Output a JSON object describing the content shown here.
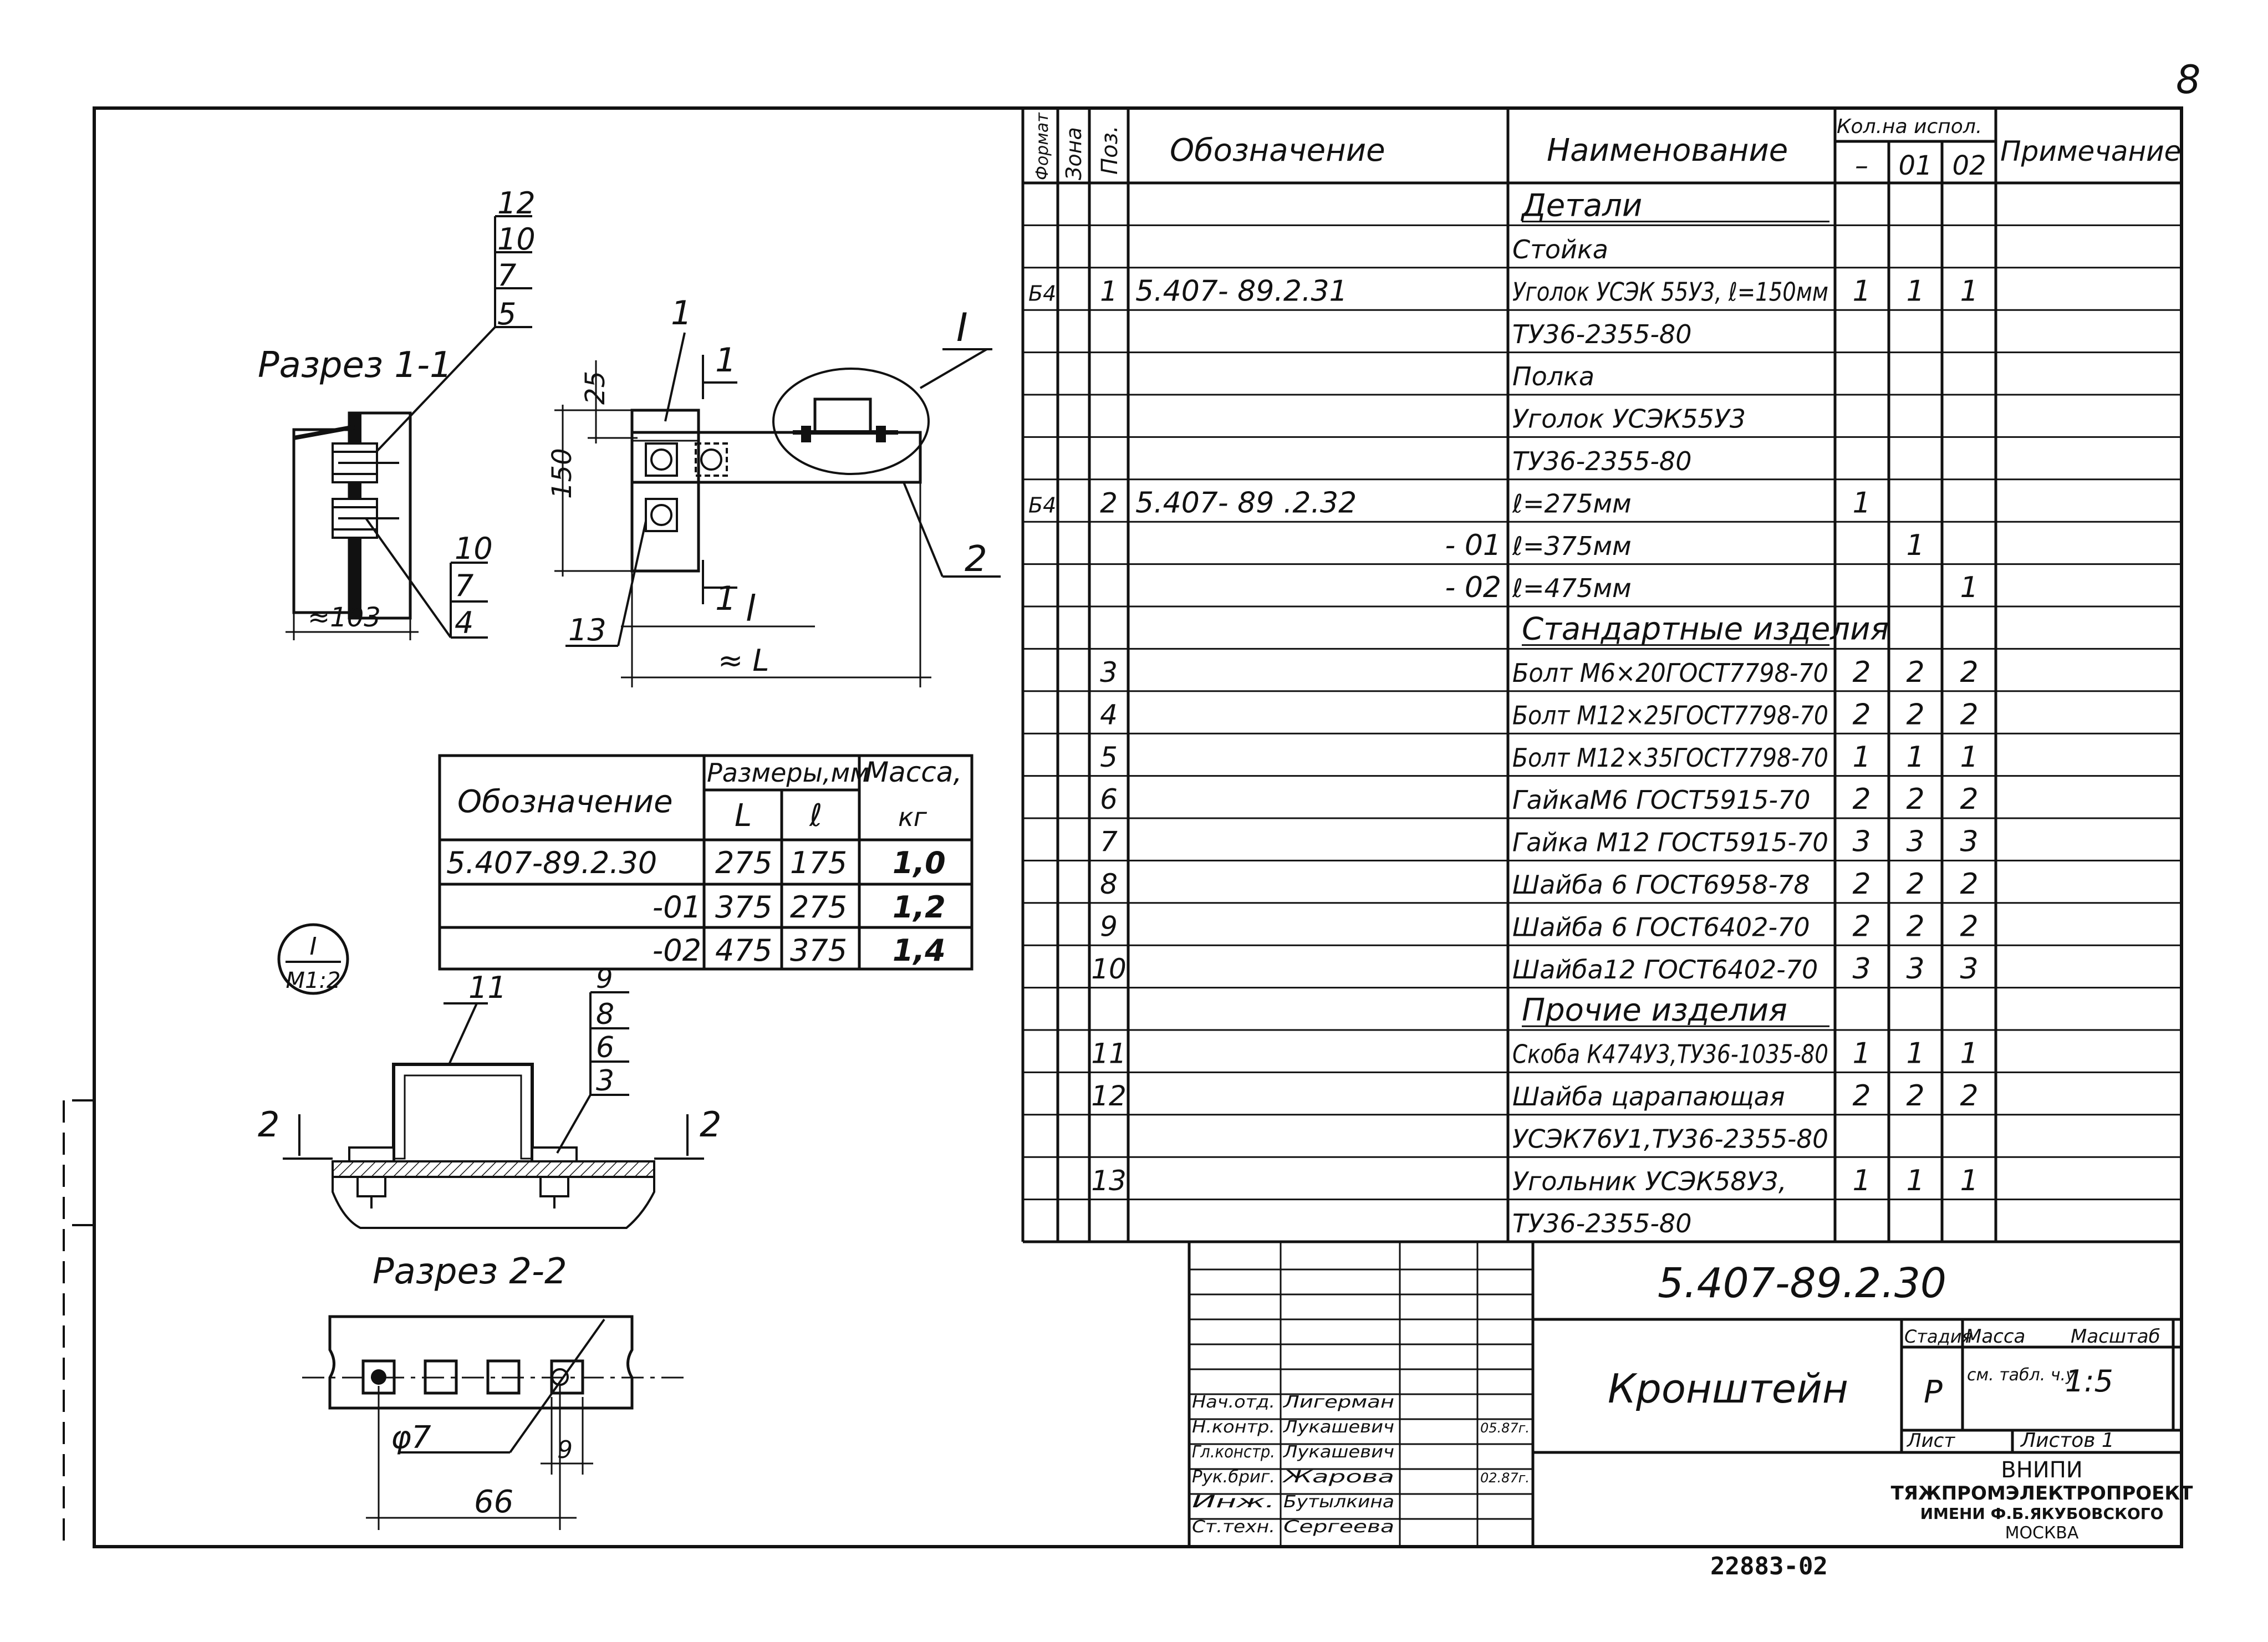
{
  "sheet_number": "8",
  "archive_number": "22883-02",
  "views": {
    "section_1": "Разрез 1-1",
    "section_2": "Разрез 2-2",
    "node_callout": {
      "top": "I",
      "bottom": "M1:2"
    }
  },
  "labels": {
    "cut_1": "1",
    "cut_2": "2",
    "view_I": "I",
    "pos_1": "1",
    "pos_2": "2",
    "pos_11": "11",
    "pos_13": "13",
    "stack_top": [
      "12",
      "10",
      "7",
      "5"
    ],
    "stack_mid": [
      "10",
      "7",
      "4"
    ],
    "stack_node": [
      "9",
      "8",
      "6",
      "3"
    ]
  },
  "dimensions": {
    "d_25": "25",
    "d_150": "150",
    "d_103": "≈103",
    "d_l": "l",
    "d_L": "≈ L",
    "d_phi7": "φ7",
    "d_66": "66",
    "d_9": "9"
  },
  "size_table": {
    "h_designation": "Обозначение",
    "h_sizes": "Размеры,мм",
    "h_mass": "Масса,",
    "h_L": "L",
    "h_l": "ℓ",
    "h_kg": "кг",
    "rows": [
      {
        "designation": "5.407-89.2.30",
        "L": "275",
        "l": "175",
        "mass": "1,0"
      },
      {
        "designation": "-01",
        "L": "375",
        "l": "275",
        "mass": "1,2"
      },
      {
        "designation": "-02",
        "L": "475",
        "l": "375",
        "mass": "1,4"
      }
    ]
  },
  "spec": {
    "headers": {
      "format": "Формат",
      "zone": "Зона",
      "pos": "Поз.",
      "designation": "Обозначение",
      "name": "Наименование",
      "qty": "Кол.на испол.",
      "q0": "–",
      "q1": "01",
      "q2": "02",
      "note": "Примечание"
    },
    "rows": [
      {
        "fmt": "",
        "pos": "",
        "des": "",
        "name": "Детали",
        "q0": "",
        "q1": "",
        "q2": "",
        "kind": "section"
      },
      {
        "fmt": "",
        "pos": "",
        "des": "",
        "name": "Стойка",
        "q0": "",
        "q1": "",
        "q2": ""
      },
      {
        "fmt": "Б4",
        "pos": "1",
        "des": "5.407- 89.2.31",
        "name": "Уголок УСЭК 55У3, ℓ=150мм",
        "q0": "1",
        "q1": "1",
        "q2": "1"
      },
      {
        "fmt": "",
        "pos": "",
        "des": "",
        "name": "ТУ36-2355-80",
        "q0": "",
        "q1": "",
        "q2": ""
      },
      {
        "fmt": "",
        "pos": "",
        "des": "",
        "name": "Полка",
        "q0": "",
        "q1": "",
        "q2": ""
      },
      {
        "fmt": "",
        "pos": "",
        "des": "",
        "name": "Уголок   УСЭК55У3",
        "q0": "",
        "q1": "",
        "q2": ""
      },
      {
        "fmt": "",
        "pos": "",
        "des": "",
        "name": "ТУ36-2355-80",
        "q0": "",
        "q1": "",
        "q2": ""
      },
      {
        "fmt": "Б4",
        "pos": "2",
        "des": "5.407- 89 .2.32",
        "name": "ℓ=275мм",
        "q0": "1",
        "q1": "",
        "q2": ""
      },
      {
        "fmt": "",
        "pos": "",
        "des": "- 01",
        "name": "ℓ=375мм",
        "q0": "",
        "q1": "1",
        "q2": "",
        "des_right": true
      },
      {
        "fmt": "",
        "pos": "",
        "des": "- 02",
        "name": "ℓ=475мм",
        "q0": "",
        "q1": "",
        "q2": "1",
        "des_right": true
      },
      {
        "fmt": "",
        "pos": "",
        "des": "",
        "name": "Стандартные изделия",
        "q0": "",
        "q1": "",
        "q2": "",
        "kind": "section"
      },
      {
        "fmt": "",
        "pos": "3",
        "des": "",
        "name": "Болт М6×20ГОСТ7798-70",
        "q0": "2",
        "q1": "2",
        "q2": "2"
      },
      {
        "fmt": "",
        "pos": "4",
        "des": "",
        "name": "Болт М12×25ГОСТ7798-70",
        "q0": "2",
        "q1": "2",
        "q2": "2"
      },
      {
        "fmt": "",
        "pos": "5",
        "des": "",
        "name": "Болт М12×35ГОСТ7798-70",
        "q0": "1",
        "q1": "1",
        "q2": "1"
      },
      {
        "fmt": "",
        "pos": "6",
        "des": "",
        "name": "ГайкаМ6 ГОСТ5915-70",
        "q0": "2",
        "q1": "2",
        "q2": "2"
      },
      {
        "fmt": "",
        "pos": "7",
        "des": "",
        "name": "Гайка М12 ГОСТ5915-70",
        "q0": "3",
        "q1": "3",
        "q2": "3"
      },
      {
        "fmt": "",
        "pos": "8",
        "des": "",
        "name": "Шайба 6 ГОСТ6958-78",
        "q0": "2",
        "q1": "2",
        "q2": "2"
      },
      {
        "fmt": "",
        "pos": "9",
        "des": "",
        "name": "Шайба 6 ГОСТ6402-70",
        "q0": "2",
        "q1": "2",
        "q2": "2"
      },
      {
        "fmt": "",
        "pos": "10",
        "des": "",
        "name": "Шайба12 ГОСТ6402-70",
        "q0": "3",
        "q1": "3",
        "q2": "3"
      },
      {
        "fmt": "",
        "pos": "",
        "des": "",
        "name": "Прочие изделия",
        "q0": "",
        "q1": "",
        "q2": "",
        "kind": "section"
      },
      {
        "fmt": "",
        "pos": "11",
        "des": "",
        "name": "Скоба К474У3,ТУ36-1035-80",
        "q0": "1",
        "q1": "1",
        "q2": "1"
      },
      {
        "fmt": "",
        "pos": "12",
        "des": "",
        "name": "Шайба царапающая",
        "q0": "2",
        "q1": "2",
        "q2": "2"
      },
      {
        "fmt": "",
        "pos": "",
        "des": "",
        "name": "УСЭК76У1,ТУ36-2355-80",
        "q0": "",
        "q1": "",
        "q2": ""
      },
      {
        "fmt": "",
        "pos": "13",
        "des": "",
        "name": "Угольник УСЭК58У3,",
        "q0": "1",
        "q1": "1",
        "q2": "1"
      },
      {
        "fmt": "",
        "pos": "",
        "des": "",
        "name": "ТУ36-2355-80",
        "q0": "",
        "q1": "",
        "q2": ""
      }
    ]
  },
  "title_block": {
    "doc_code": "5.407-89.2.30",
    "title": "Кронштейн",
    "stage_h": "Стадия",
    "mass_h": "Масса",
    "scale_h": "Масштаб",
    "stage": "Р",
    "mass": "см. табл. ч.у",
    "scale": "1:5",
    "sheet_h": "Лист",
    "sheets_h": "Листов 1",
    "org_1": "ВНИПИ",
    "org_2": "ТЯЖПРОМЭЛЕКТРОПРОЕКТ",
    "org_3": "ИМЕНИ Ф.Б.ЯКУБОВСКОГО",
    "org_4": "МОСКВА",
    "signers": [
      {
        "role": "Нач.отд.",
        "name": "Лигерман",
        "date": ""
      },
      {
        "role": "Н.контр.",
        "name": "Лукашевич",
        "date": "05.87г."
      },
      {
        "role": "Гл.констр.",
        "name": "Лукашевич",
        "date": ""
      },
      {
        "role": "Рук.бриг.",
        "name": "Жарова",
        "date": "02.87г."
      },
      {
        "role": "Инж.",
        "name": "Бутылкина",
        "date": ""
      },
      {
        "role": "Ст.техн.",
        "name": "Сергеева",
        "date": ""
      }
    ]
  }
}
